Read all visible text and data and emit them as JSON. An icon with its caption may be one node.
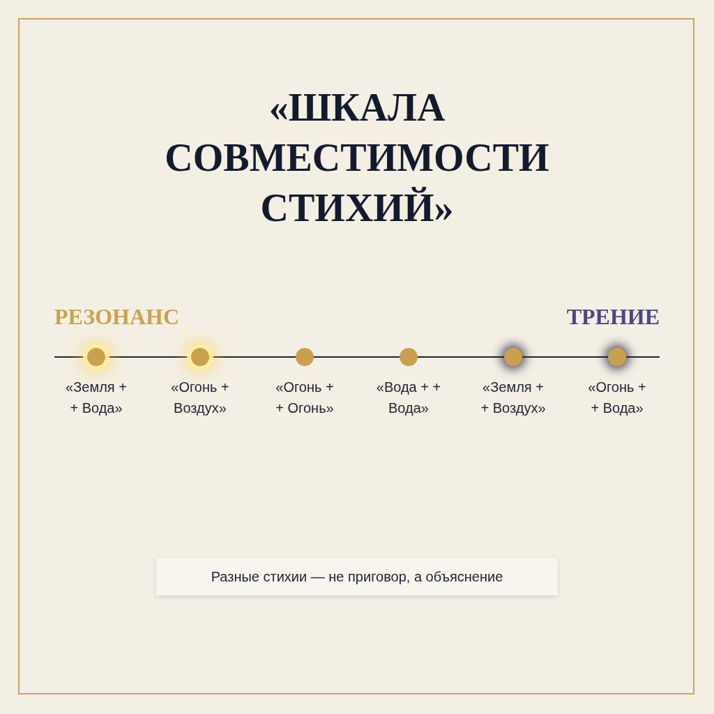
{
  "diagram": {
    "title": "«ШКАЛА СОВМЕСТИМОСТИ СТИХИЙ»",
    "caption": "Разные стихии — не приговор, а объяснение",
    "nodes": [
      {
        "text": [
          "«Земля + + Вода»"
        ]
      },
      {
        "text": [
          "«Огонь + Воздух»"
        ]
      },
      {
        "text": [
          "«Огонь + + Огонь»"
        ]
      },
      {
        "text": [
          "«Вода + + Вода»"
        ]
      },
      {
        "text": [
          "«Земля + + Воздух»"
        ]
      },
      {
        "text": [
          "«Огонь + + Вода»"
        ]
      }
    ],
    "labels": [
      "РЕЗОНАНС",
      "ТРЕНИЕ"
    ]
  }
}
